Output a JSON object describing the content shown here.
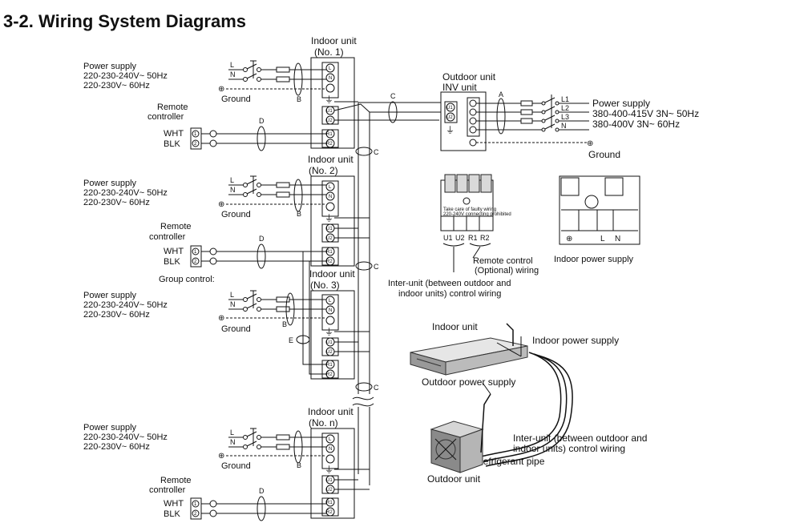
{
  "title": "3-2. Wiring System Diagrams",
  "units": [
    {
      "name": "Indoor unit",
      "no": "(No. 1)"
    },
    {
      "name": "Indoor unit",
      "no": "(No. 2)"
    },
    {
      "name": "Indoor unit",
      "no": "(No. 3)"
    },
    {
      "name": "Indoor unit",
      "no": "(No. n)"
    }
  ],
  "power_supply": {
    "label": "Power supply",
    "line1": "220-230-240V~ 50Hz",
    "line2": "220-230V~ 60Hz"
  },
  "ground": "Ground",
  "remote": {
    "line1": "Remote",
    "line2": "controller",
    "wht": "WHT",
    "blk": "BLK"
  },
  "group_control": "Group control:",
  "terminals": {
    "L": "L",
    "N": "N",
    "U1": "U1",
    "U2": "U2",
    "R1": "R1",
    "R2": "R2",
    "one": "1",
    "two": "2"
  },
  "letters": {
    "A": "A",
    "B": "B",
    "C": "C",
    "D": "D",
    "E": "E"
  },
  "outdoor": {
    "name": "Outdoor unit",
    "inv": "INV unit",
    "terms": [
      "L1",
      "L2",
      "L3",
      "N"
    ],
    "power_label": "Power supply",
    "line1": "380-400-415V 3N~ 50Hz",
    "line2": "380-400V 3N~ 60Hz",
    "ground": "Ground"
  },
  "terminal_block": {
    "warning1": "Take care of faulty wiring",
    "warning2": "220-240V connecting prohibited",
    "labels": [
      "U1",
      "U2",
      "R1",
      "R2"
    ],
    "remote_wiring1": "Remote control",
    "remote_wiring2": "(Optional) wiring",
    "inter1": "Inter-unit (between outdoor and",
    "inter2": "indoor units) control wiring"
  },
  "indoor_power_block": {
    "labels": [
      "L",
      "N"
    ],
    "caption": "Indoor power supply"
  },
  "illustration": {
    "indoor_unit": "Indoor unit",
    "indoor_power": "Indoor power supply",
    "outdoor_power": "Outdoor power supply",
    "inter1": "Inter-unit (between outdoor and",
    "inter2": "indoor units) control wiring",
    "refrigerant": "Refrigerant pipe",
    "outdoor_unit": "Outdoor unit"
  }
}
